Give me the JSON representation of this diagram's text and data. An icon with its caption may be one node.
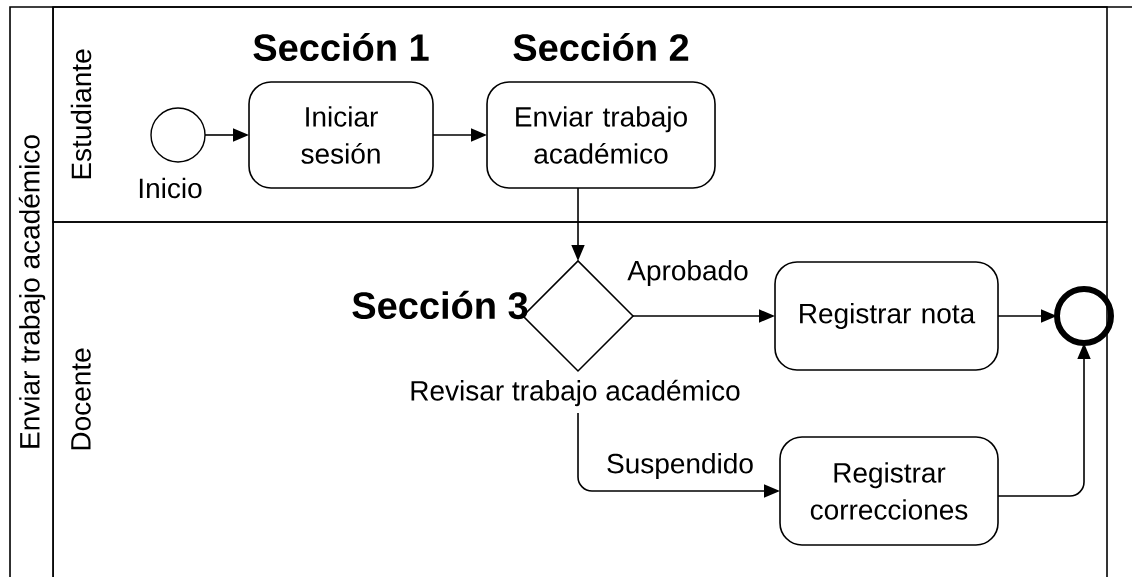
{
  "diagram": {
    "nodes": [
      {
        "text": [
          "Enviar trabajo académico"
        ]
      },
      {
        "text": [
          "Estudiante"
        ],
        "in": 0
      },
      {
        "text": [
          "Docente"
        ],
        "in": 0
      },
      {
        "text": [],
        "shape": "circle",
        "beside": [
          "Inicio"
        ],
        "in": 1
      },
      {
        "text": [
          "Sección 1",
          "Iniciar sesión"
        ],
        "in": 1
      },
      {
        "text": [
          "Sección 2",
          "Enviar trabajo académico"
        ],
        "in": 1
      },
      {
        "text": [],
        "shape": "diamond",
        "beside": [
          "Sección 3",
          "Revisar trabajo académico"
        ],
        "in": 2
      },
      {
        "text": [
          "Registrar nota"
        ],
        "in": 2
      },
      {
        "text": [
          "Registrar correcciones"
        ],
        "in": 2
      },
      {
        "text": [],
        "shape": "circle",
        "in": 2
      }
    ],
    "edges": [
      {
        "from": 3,
        "to": 4,
        "arrow": "to"
      },
      {
        "from": 4,
        "to": 5,
        "arrow": "to"
      },
      {
        "from": 5,
        "to": 6,
        "arrow": "to"
      },
      {
        "from": 6,
        "to": 7,
        "arrow": "to",
        "label": "Aprobado"
      },
      {
        "from": 6,
        "to": 8,
        "arrow": "to",
        "label": "Suspendido"
      },
      {
        "from": 7,
        "to": 9,
        "arrow": "to"
      },
      {
        "from": 8,
        "to": 9,
        "arrow": "to"
      }
    ]
  }
}
